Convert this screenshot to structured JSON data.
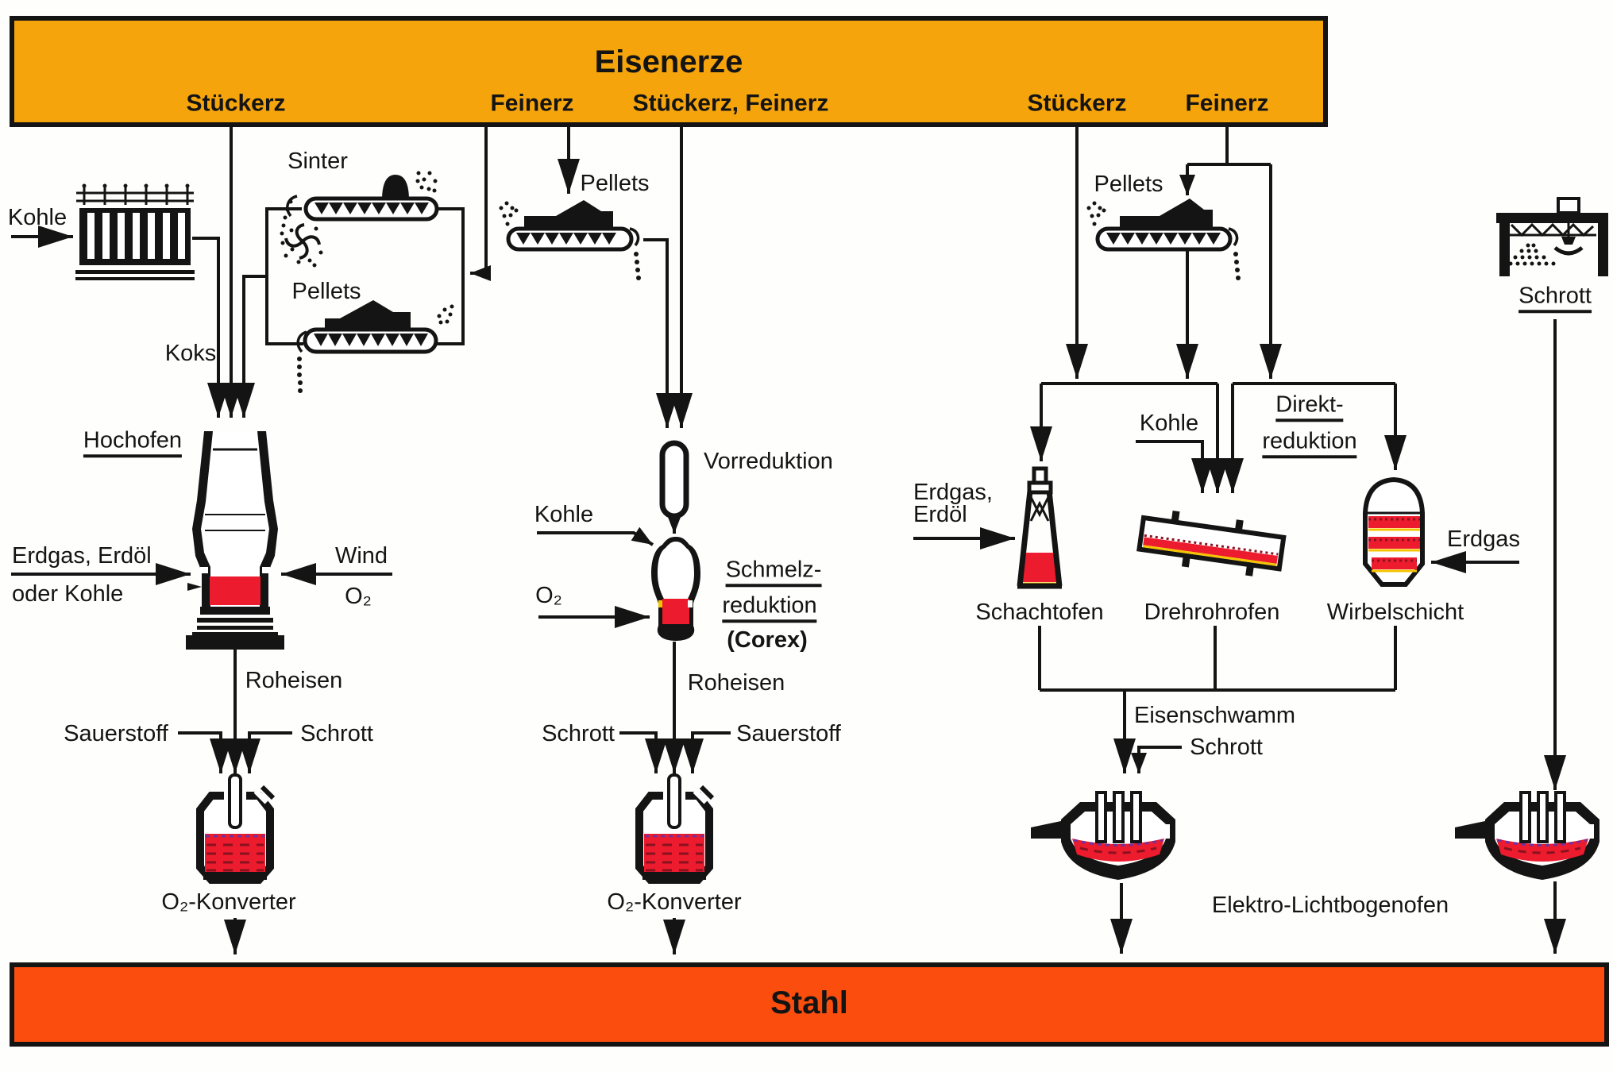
{
  "colors": {
    "ore_banner": "#F5A40C",
    "steel_banner": "#FB4D0D",
    "melt_red": "#EC1B2D",
    "accent_yellow": "#F5C400",
    "line_black": "#141414"
  },
  "top_banner": {
    "title": "Eisenerze",
    "labels": [
      "Stückerz",
      "Feinerz",
      "Stückerz, Feinerz",
      "Stückerz",
      "Feinerz"
    ]
  },
  "bottom_banner": {
    "title": "Stahl"
  },
  "left_route": {
    "kohle": "Kohle",
    "koks": "Koks",
    "sinter": "Sinter",
    "pellets": "Pellets",
    "hochofen": "Hochofen",
    "erdgas_erdoel": "Erdgas, Erdöl",
    "oder_kohle": "oder Kohle",
    "wind": "Wind",
    "wind_o2": "O₂",
    "roheisen": "Roheisen",
    "sauerstoff": "Sauerstoff",
    "schrott": "Schrott",
    "konverter": "O₂-Konverter"
  },
  "middle_route": {
    "pellets": "Pellets",
    "vorreduktion": "Vorreduktion",
    "kohle": "Kohle",
    "o2": "O₂",
    "schmelz": "Schmelz-",
    "reduktion": "reduktion",
    "corex": "(Corex)",
    "roheisen": "Roheisen",
    "schrott": "Schrott",
    "sauerstoff": "Sauerstoff",
    "konverter": "O₂-Konverter"
  },
  "right_route": {
    "pellets": "Pellets",
    "kohle": "Kohle",
    "direkt": "Direkt-",
    "reduktion": "reduktion",
    "erdgas_line1": "Erdgas,",
    "erdgas_line2": "Erdöl",
    "schachtofen": "Schachtofen",
    "drehrohrofen": "Drehrohrofen",
    "wirbelschicht": "Wirbelschicht",
    "erdgas": "Erdgas",
    "eisenschwamm": "Eisenschwamm",
    "schrott": "Schrott",
    "elektro": "Elektro-Lichtbogenofen"
  },
  "scrap_route": {
    "schrott": "Schrott"
  }
}
